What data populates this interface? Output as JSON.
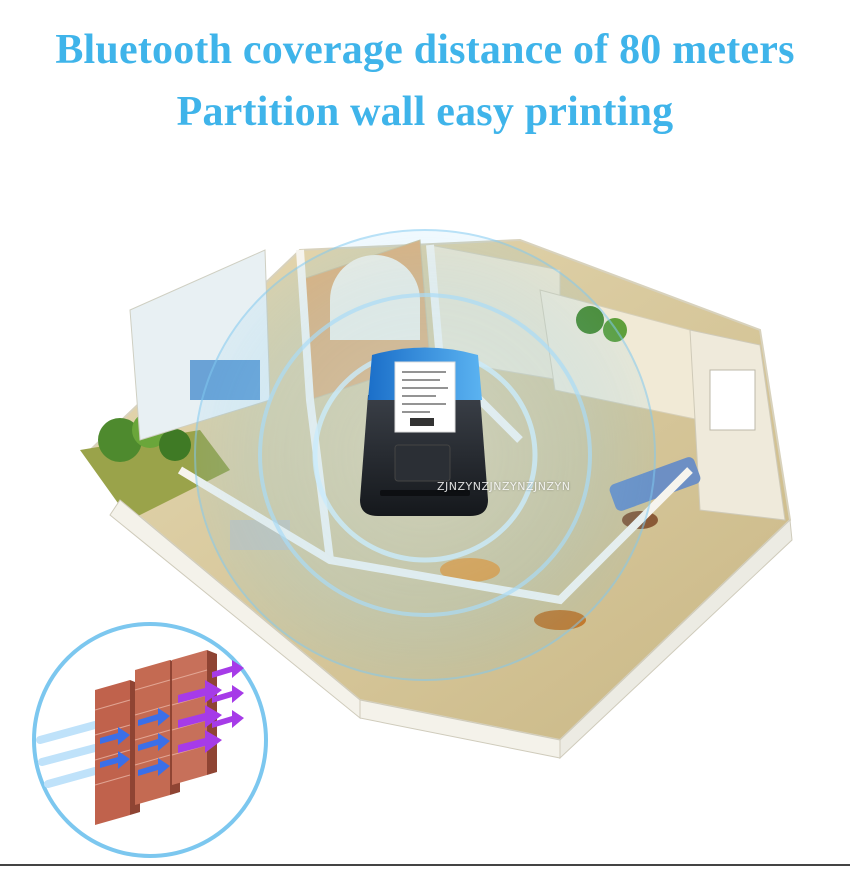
{
  "headline": {
    "line1": "Bluetooth coverage distance of 80 meters",
    "line2": "Partition wall easy printing"
  },
  "watermark": "ZJNZYNZJNZYNZJNZYN",
  "colors": {
    "headline": "#3fb4ea",
    "signal_ring": "#4fb8ee",
    "floor": "#d9cba0",
    "wall": "#ece9dd",
    "brick": "#c0624c",
    "arrow_blue": "#3b6fe8",
    "arrow_purple": "#a63be8",
    "printer": "#1f2329"
  },
  "icons": {
    "printer": "thermal-receipt-printer",
    "house": "isometric-house-floorplan",
    "walls": "brick-partition-walls"
  }
}
